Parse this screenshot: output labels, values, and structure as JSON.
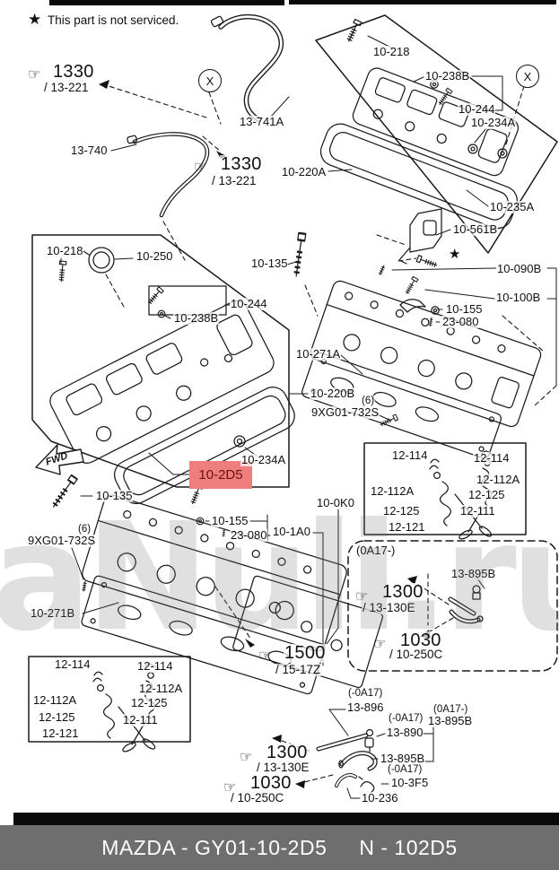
{
  "header": {
    "star": "★",
    "note": "This part is not serviced."
  },
  "footer": {
    "brand_part": "MAZDA - GY01-10-2D5",
    "code": "N - 102D5",
    "bar_color": "#6e6e6e"
  },
  "watermark": "aNuli.ru",
  "highlight": {
    "part": "10-2D5",
    "bg": "#ee7d7d",
    "fg": "#6e1111"
  },
  "icons": {
    "hand": "☞",
    "star": "★",
    "x_marker": "X",
    "fwd": "FWD"
  },
  "labels": {
    "grp1330a": "1330",
    "grp1330a_sub": "/ 13-221",
    "h13741A": "13-741A",
    "h13740": "13-740",
    "grp1330b": "1330",
    "grp1330b_sub": "/ 13-221",
    "tr10218": "10-218",
    "tr10238B": "10-238B",
    "tr10244": "10-244",
    "tr10234A": "10-234A",
    "tr10220A": "10-220A",
    "tr10235A": "10-235A",
    "tr10561B": "10-561B",
    "ml10218": "10-218",
    "ml10250": "10-250",
    "c10135": "10-135",
    "ml10244": "10-244",
    "ml10238B": "10-238B",
    "r10090B": "10-090B",
    "r10100B": "10-100B",
    "r10155": "10-155",
    "r23080": "23-080",
    "r10271A": "10-271A",
    "c10220B": "10-220B",
    "c6": "(6)",
    "c9XG01": "9XG01-732S",
    "c10234A": "10-234A",
    "c102D5": "10-2D5",
    "l10135": "10-135",
    "l6": "(6)",
    "l9XG01": "9XG01-732S",
    "l10155": "10-155",
    "l23080": "23-080",
    "c100K0": "10-0K0",
    "c101A0": "10-1A0",
    "l10271B": "10-271B",
    "f12114a": "12-114",
    "f12114b": "12-114",
    "f12112Aa": "12-112A",
    "f12112Ab": "12-112A",
    "f12125a": "12-125",
    "f12125b": "12-125",
    "f12111": "12-111",
    "f12121": "12-121",
    "g0A17": "(0A17-)",
    "g13895B": "13-895B",
    "g1300": "1300",
    "g13130E": "/ 13-130E",
    "g1030": "1030",
    "g10250C": "/ 10-250C",
    "grp1500": "1500",
    "grp1500_sub": "/ 15-17Z",
    "h12114a": "12-114",
    "h12114b": "12-114",
    "h12112Aa": "12-112A",
    "h12112Ab": "12-112A",
    "h12125a": "12-125",
    "h12125b": "12-125",
    "h12111": "12-111",
    "h12121": "12-121",
    "b0A17a": "(-0A17)",
    "b13896": "13-896",
    "b0A17b": "(-0A17)",
    "b13890": "13-890",
    "b0A17c": "(0A17-)",
    "b13895Ba": "13-895B",
    "b13895Bb": "13-895B",
    "b0A17d": "(-0A17)",
    "b103F5": "10-3F5",
    "b10236": "10-236",
    "b1300": "1300",
    "b13130E": "/ 13-130E",
    "b1030": "1030",
    "b10250C": "/ 10-250C"
  }
}
